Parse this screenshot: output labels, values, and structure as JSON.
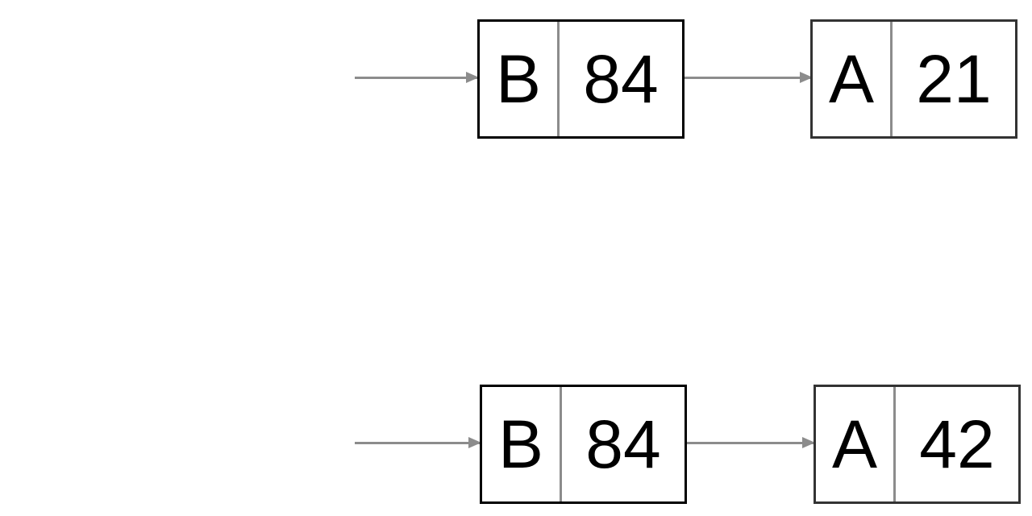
{
  "lists": [
    {
      "nodes": [
        {
          "key": "B",
          "value": "84"
        },
        {
          "key": "A",
          "value": "21"
        }
      ]
    },
    {
      "nodes": [
        {
          "key": "B",
          "value": "84"
        },
        {
          "key": "A",
          "value": "42"
        }
      ]
    }
  ],
  "colors": {
    "arrow": "#8c8c8c",
    "border": "#000000",
    "divider": "#8c8c8c",
    "text": "#000000"
  }
}
